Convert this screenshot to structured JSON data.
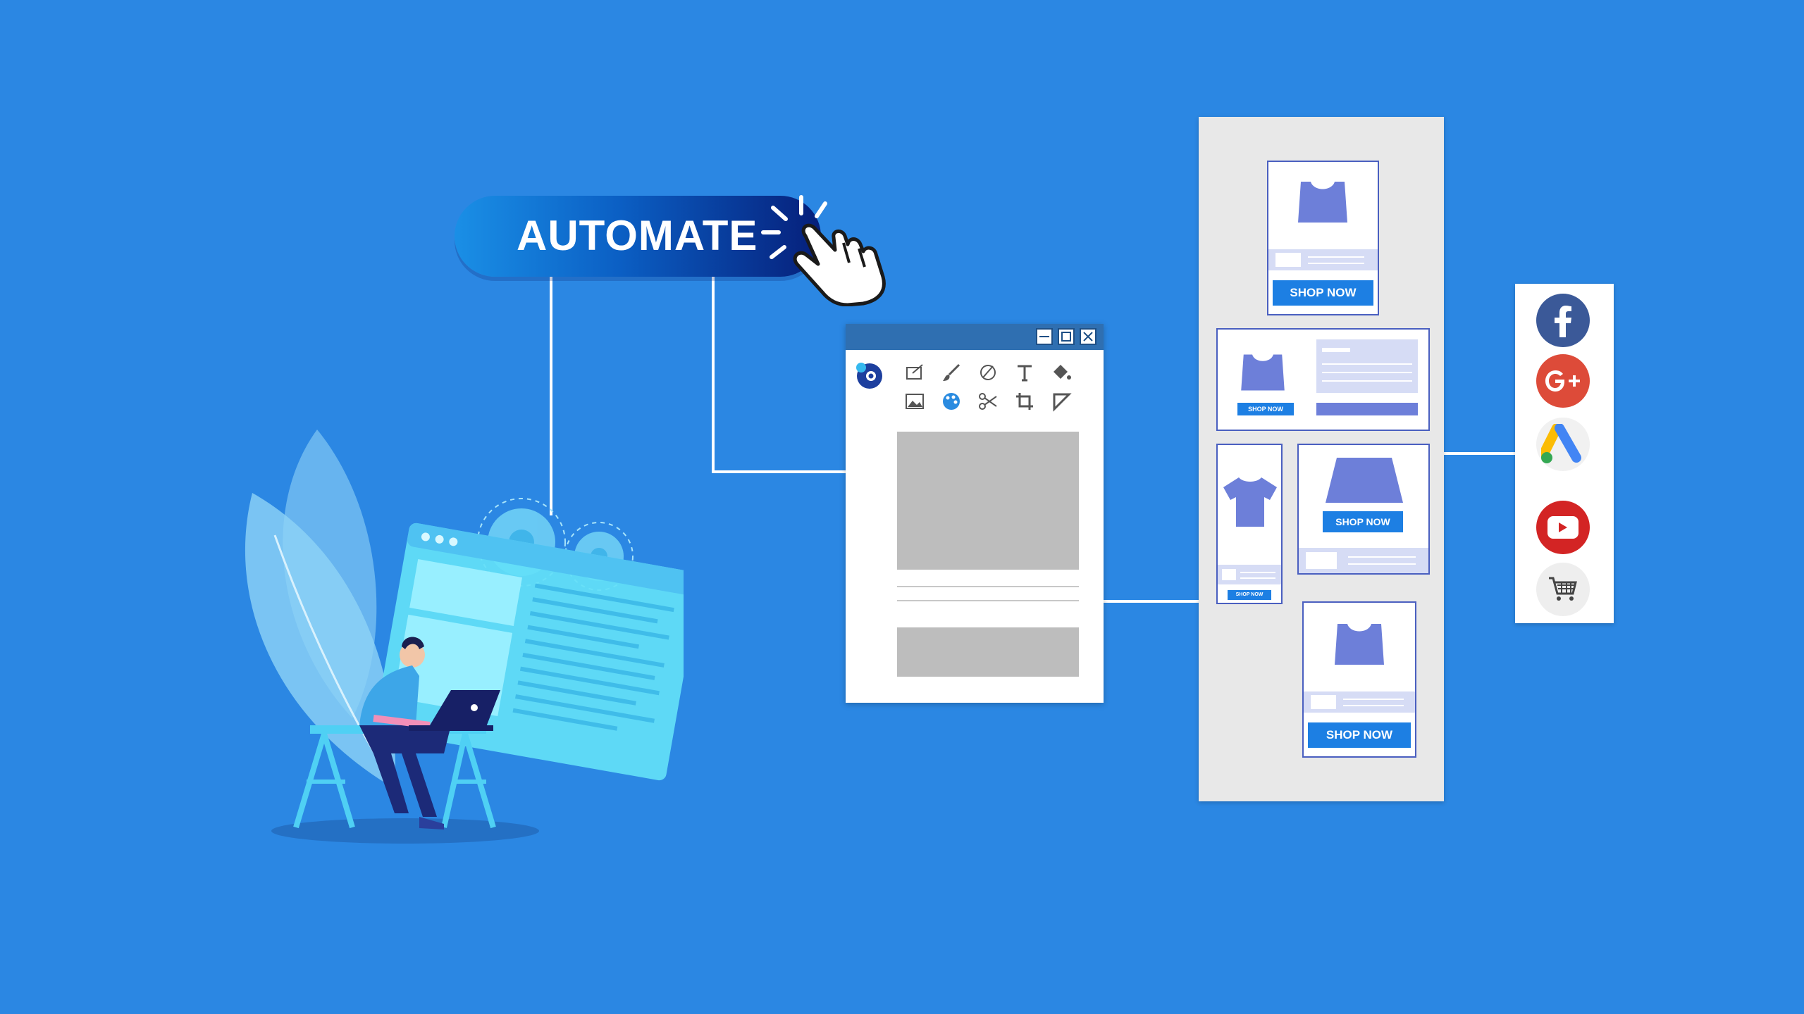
{
  "automate_button": {
    "label": "AUTOMATE"
  },
  "ads": {
    "shop_now_label": "SHOP NOW",
    "units": [
      {
        "id": "ad-1",
        "cta": "SHOP NOW"
      },
      {
        "id": "ad-2",
        "cta": "SHOP NOW"
      },
      {
        "id": "ad-3",
        "cta": "SHOP NOW"
      },
      {
        "id": "ad-4",
        "cta": "SHOP NOW"
      },
      {
        "id": "ad-5",
        "cta": "SHOP NOW"
      }
    ]
  },
  "editor": {
    "tools": [
      "edit-icon",
      "brush-icon",
      "pen-icon",
      "text-icon",
      "fill-icon",
      "image-icon",
      "palette-icon",
      "scissors-icon",
      "crop-icon",
      "corner-icon"
    ]
  },
  "social": {
    "channels": [
      "facebook-icon",
      "google-plus-icon",
      "google-ads-icon",
      "youtube-icon",
      "shopping-cart-icon"
    ]
  },
  "colors": {
    "background": "#2b87e3",
    "accent": "#1d7fe3",
    "product": "#6d7fd9",
    "facebook": "#3b5998",
    "google_plus": "#dd4b39",
    "youtube": "#d32424"
  }
}
